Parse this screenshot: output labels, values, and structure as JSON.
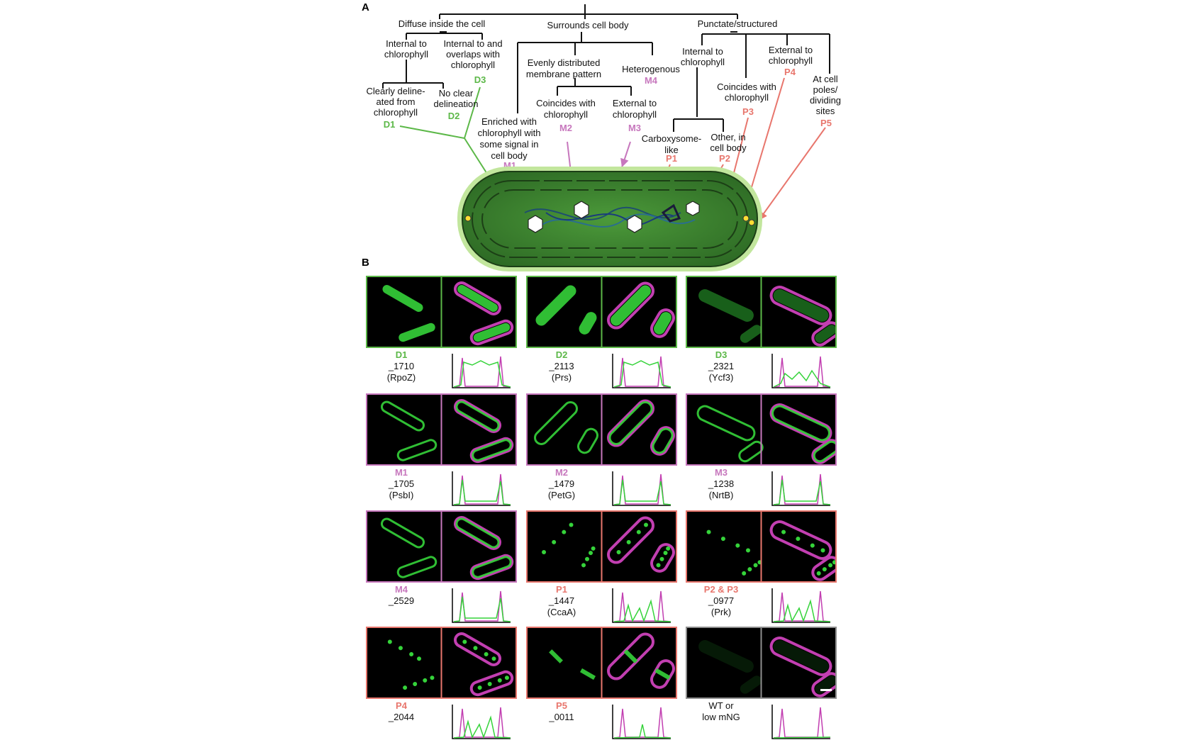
{
  "panel_labels": {
    "a": "A",
    "b": "B"
  },
  "colors": {
    "diffuse": "#5cb848",
    "membrane": "#c777bd",
    "punctate": "#e8766d",
    "control": "#8e8e8e",
    "green_signal": "#35d33a",
    "magenta_signal": "#c23fb1"
  },
  "tree": {
    "categories": {
      "diffuse": "Diffuse inside the cell",
      "surrounds": "Surrounds cell body",
      "punctate": "Punctate/structured"
    },
    "nodes": {
      "internal_chl": [
        "Internal to",
        "chlorophyll"
      ],
      "internal_overlap": [
        "Internal to and",
        "overlaps with",
        "chlorophyll"
      ],
      "clearly": [
        "Clearly deline-",
        "ated from",
        "chlorophyll"
      ],
      "no_clear": [
        "No clear",
        "delineation"
      ],
      "enriched": [
        "Enriched with",
        "chlorophyll with",
        "some signal in",
        "cell body"
      ],
      "evenly": [
        "Evenly distributed",
        "membrane pattern"
      ],
      "heterogenous": "Heterogenous",
      "coincides_m": [
        "Coincides with",
        "chlorophyll"
      ],
      "external_m": [
        "External to",
        "chlorophyll"
      ],
      "internal_p": [
        "Internal to",
        "chlorophyll"
      ],
      "coincides_p": [
        "Coincides with",
        "chlorophyll"
      ],
      "external_p": [
        "External to",
        "chlorophyll"
      ],
      "poles": [
        "At cell",
        "poles/",
        "dividing",
        "sites"
      ],
      "carboxysome": [
        "Carboxysome-",
        "like"
      ],
      "other": [
        "Other, in",
        "cell body"
      ]
    },
    "codes": {
      "D1": "D1",
      "D2": "D2",
      "D3": "D3",
      "M1": "M1",
      "M2": "M2",
      "M3": "M3",
      "M4": "M4",
      "P1": "P1",
      "P2": "P2",
      "P3": "P3",
      "P4": "P4",
      "P5": "P5"
    }
  },
  "panels": [
    {
      "code": "D1",
      "lines": [
        "_1710",
        "(RpoZ)"
      ],
      "color_key": "diffuse",
      "pattern": "diffuse"
    },
    {
      "code": "D2",
      "lines": [
        "_2113",
        "(Prs)"
      ],
      "color_key": "diffuse",
      "pattern": "diffuse"
    },
    {
      "code": "D3",
      "lines": [
        "_2321",
        "(Ycf3)"
      ],
      "color_key": "diffuse",
      "pattern": "speckle"
    },
    {
      "code": "M1",
      "lines": [
        "_1705",
        "(PsbI)"
      ],
      "color_key": "membrane",
      "pattern": "membrane"
    },
    {
      "code": "M2",
      "lines": [
        "_1479",
        "(PetG)"
      ],
      "color_key": "membrane",
      "pattern": "membrane"
    },
    {
      "code": "M3",
      "lines": [
        "_1238",
        "(NrtB)"
      ],
      "color_key": "membrane",
      "pattern": "membrane"
    },
    {
      "code": "M4",
      "lines": [
        "_2529"
      ],
      "color_key": "membrane",
      "pattern": "membrane"
    },
    {
      "code": "P1",
      "lines": [
        "_1447",
        "(CcaA)"
      ],
      "color_key": "punctate",
      "pattern": "puncta"
    },
    {
      "code": "P2 & P3",
      "lines": [
        "_0977",
        "(Prk)"
      ],
      "color_key": "punctate",
      "pattern": "puncta"
    },
    {
      "code": "P4",
      "lines": [
        "_2044"
      ],
      "color_key": "punctate",
      "pattern": "puncta"
    },
    {
      "code": "P5",
      "lines": [
        "_0011"
      ],
      "color_key": "punctate",
      "pattern": "poles"
    },
    {
      "code": "",
      "lines": [
        "WT or",
        "low mNG"
      ],
      "color_key": "control",
      "pattern": "faint"
    }
  ]
}
